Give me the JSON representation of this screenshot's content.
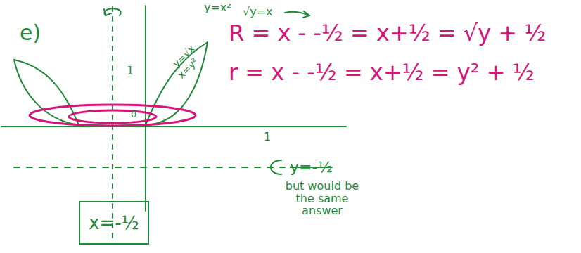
{
  "diagram": {
    "nodes": [
      {
        "text": [
          "x=-½"
        ]
      }
    ],
    "labels": [
      "e)",
      "y=x²",
      "√y=x",
      "y=√x",
      "x=y²",
      "1",
      "1",
      "0",
      "R = x - -½ = x+½ = √y + ½",
      "r = x - -½ = x+½ = y² + ½",
      "y=-½",
      "but would be the same answer"
    ]
  }
}
